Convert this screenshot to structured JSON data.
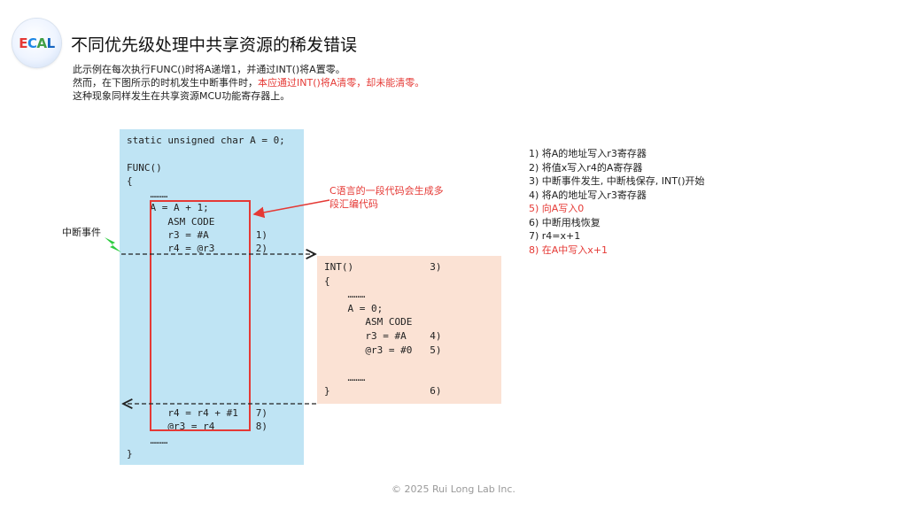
{
  "logo": {
    "letters": [
      "E",
      "C",
      "A",
      "L"
    ],
    "colors": [
      "#e53935",
      "#1e88e5",
      "#43a047",
      "#1565c0"
    ]
  },
  "title": "不同优先级处理中共享资源的稀发错误",
  "intro": {
    "line1": "此示例在每次执行FUNC()时将A递增1，并通过INT()将A置零。",
    "line2_prefix": "然而，在下图所示的时机发生中断事件时，",
    "line2_highlight": "本应通过INT()将A清零，却未能清零。",
    "line3": "这种现象同样发生在共享资源MCU功能寄存器上。"
  },
  "main_code": [
    "static unsigned char A = 0;",
    "",
    "FUNC()",
    "{",
    "    ………",
    "    A = A + 1;",
    "       ASM CODE",
    "       r3 = #A        1)",
    "       r4 = @r3       2)"
  ],
  "main_code_tail": [
    "       r4 = r4 + #1   7)",
    "       @r3 = r4       8)",
    "    ………",
    "}"
  ],
  "int_code": [
    "INT()             3)",
    "{",
    "    ………",
    "    A = 0;",
    "       ASM CODE",
    "       r3 = #A    4)",
    "       @r3 = #0   5)",
    "",
    "    ………",
    "}                 6)"
  ],
  "annotation": {
    "line1": "C语言的一段代码会生成多",
    "line2": "段汇编代码"
  },
  "interrupt_label": "中断事件",
  "steps": [
    {
      "text": "1) 将A的地址写入r3寄存器",
      "highlight": false
    },
    {
      "text": "2) 将值x写入r4的A寄存器",
      "highlight": false
    },
    {
      "text": "3) 中断事件发生, 中断栈保存, INT()开始",
      "highlight": false
    },
    {
      "text": "4) 将A的地址写入r3寄存器",
      "highlight": false
    },
    {
      "text": "5) 向A写入0",
      "highlight": true
    },
    {
      "text": "6) 中断用栈恢复",
      "highlight": false
    },
    {
      "text": "7) r4=x+1",
      "highlight": false
    },
    {
      "text": "8) 在A中写入x+1",
      "highlight": true
    }
  ],
  "colors": {
    "highlight": "#e53935",
    "main_bg": "#bfe4f4",
    "int_bg": "#fbe2d4",
    "bolt": "#2ecc40"
  },
  "footer": "© 2025 Rui Long Lab Inc."
}
